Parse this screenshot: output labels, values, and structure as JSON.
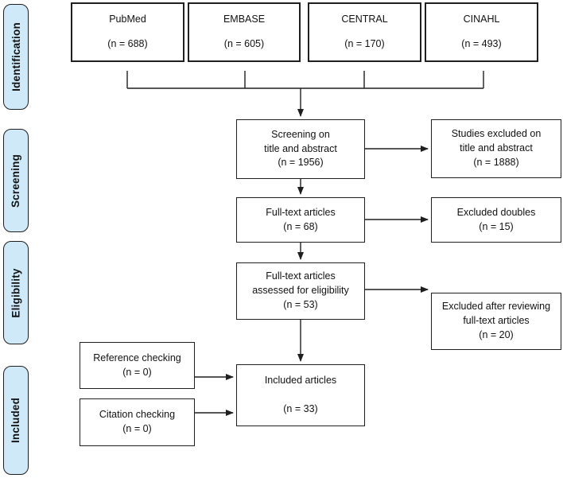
{
  "palette": {
    "background": "#ffffff",
    "box_fill": "#ffffff",
    "box_border": "#1f1f1f",
    "stage_fill": "#cfe9f9",
    "stage_border": "#1f1f1f",
    "connector": "#1f1f1f"
  },
  "stages": [
    {
      "label": "Identification"
    },
    {
      "label": "Screening"
    },
    {
      "label": "Eligibility"
    },
    {
      "label": "Included"
    }
  ],
  "sources": [
    {
      "name": "PubMed",
      "count": "(n = 688)"
    },
    {
      "name": "EMBASE",
      "count": "(n = 605)"
    },
    {
      "name": "CENTRAL",
      "count": "(n = 170)"
    },
    {
      "name": "CINAHL",
      "count": "(n = 493)"
    }
  ],
  "nodes": {
    "screening_title_abstract": "Screening on\ntitle and abstract\n(n = 1956)",
    "full_text_articles": "Full-text articles\n(n = 68)",
    "full_text_assessed": "Full-text articles\nassessed for eligibility\n(n = 53)",
    "included_articles": "Included articles\n\n(n = 33)",
    "reference_checking": "Reference checking\n(n = 0)",
    "citation_checking": "Citation checking\n(n = 0)",
    "excluded_title_abstract": "Studies excluded on\ntitle and abstract\n(n = 1888)",
    "excluded_doubles": "Excluded doubles\n(n = 15)",
    "excluded_full_text": "Excluded after reviewing\nfull-text articles\n(n = 20)"
  }
}
